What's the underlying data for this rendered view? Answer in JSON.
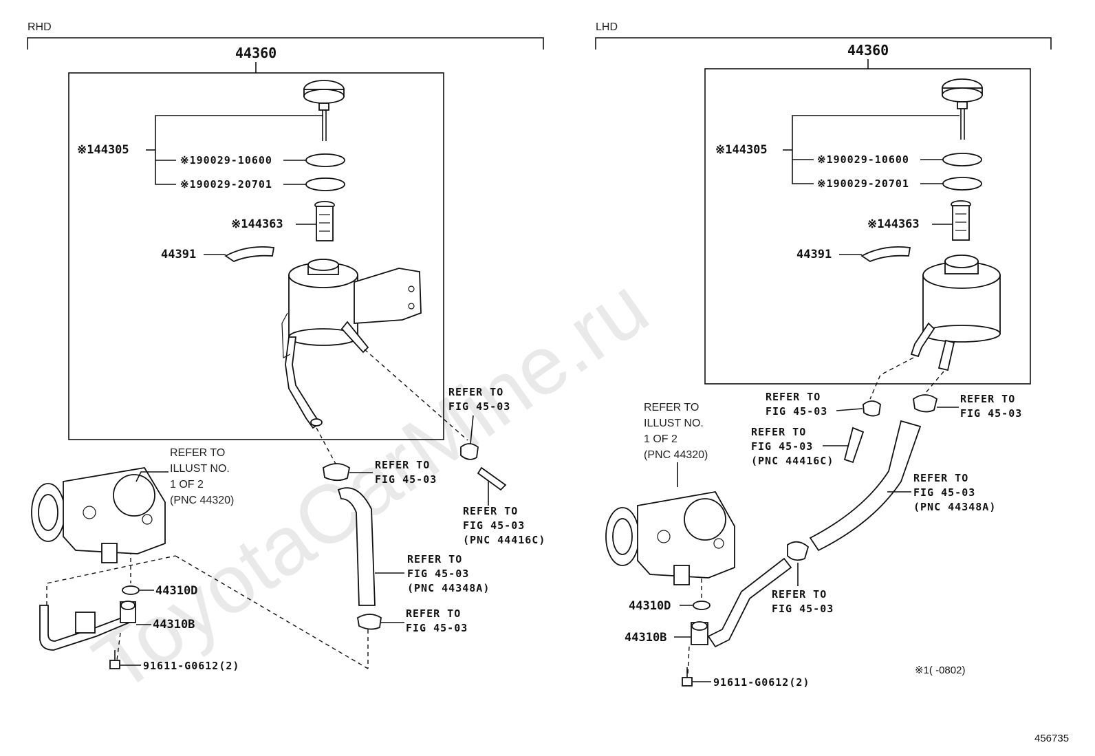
{
  "watermark": "ToyotaCarMine.ru",
  "figure_number": "456735",
  "footnote": "※1(      -0802)",
  "rhd": {
    "title": "RHD",
    "assembly": "44360",
    "cap_group": "※144305",
    "oring1": "※190029-10600",
    "oring2": "※190029-20701",
    "strainer": "※144363",
    "bracket": "44391",
    "ref_upper_right": [
      "REFER TO",
      "FIG 45-03"
    ],
    "ref_pump": [
      "REFER TO",
      "ILLUST NO.",
      "1 OF 2",
      "(PNC 44320)"
    ],
    "ref_clamp_mid": [
      "REFER TO",
      "FIG 45-03"
    ],
    "ref_hose_right": [
      "REFER TO",
      "FIG 45-03",
      "(PNC 44416C)"
    ],
    "ref_hose_center": [
      "REFER TO",
      "FIG 45-03",
      "(PNC 44348A)"
    ],
    "ref_clamp_bottom": [
      "REFER TO",
      "FIG 45-03"
    ],
    "oring_pump": "44310D",
    "union": "44310B",
    "bolt": "91611-G0612(2)"
  },
  "lhd": {
    "title": "LHD",
    "assembly": "44360",
    "cap_group": "※144305",
    "oring1": "※190029-10600",
    "oring2": "※190029-20701",
    "strainer": "※144363",
    "bracket": "44391",
    "ref_pump": [
      "REFER TO",
      "ILLUST NO.",
      "1 OF 2",
      "(PNC 44320)"
    ],
    "ref_clamp_left": [
      "REFER TO",
      "FIG 45-03"
    ],
    "ref_clamp_right": [
      "REFER TO",
      "FIG 45-03"
    ],
    "ref_hose_small": [
      "REFER TO",
      "FIG 45-03",
      "(PNC 44416C)"
    ],
    "ref_hose_long": [
      "REFER TO",
      "FIG 45-03",
      "(PNC 44348A)"
    ],
    "ref_clamp_lower": [
      "REFER TO",
      "FIG 45-03"
    ],
    "oring_pump": "44310D",
    "union": "44310B",
    "bolt": "91611-G0612(2)"
  }
}
